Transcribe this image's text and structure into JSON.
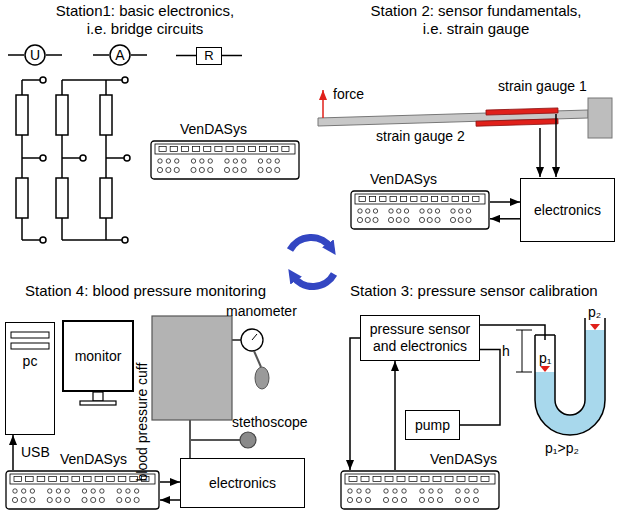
{
  "diagram": {
    "nodes": [
      {
        "text": [
          "U"
        ]
      },
      {
        "text": [
          "A"
        ]
      },
      {
        "text": [
          "R"
        ]
      },
      {
        "text": [
          "VenDASys"
        ]
      },
      {
        "text": [
          "VenDASys"
        ]
      },
      {
        "text": [
          "electronics"
        ]
      },
      {
        "text": [
          "pc"
        ]
      },
      {
        "text": [
          "monitor"
        ]
      },
      {
        "text": [
          "electronics"
        ]
      },
      {
        "text": [
          "VenDASys"
        ]
      },
      {
        "text": [
          "pressure sensor and electronics"
        ]
      },
      {
        "text": [
          "pump"
        ]
      },
      {
        "text": [
          "VenDASys"
        ]
      }
    ],
    "edges": [
      {
        "from": 4,
        "to": 5,
        "arrow": "to"
      },
      {
        "from": 5,
        "to": 4,
        "arrow": "to"
      },
      {
        "from": 9,
        "to": 6,
        "label": "USB",
        "arrow": "to"
      },
      {
        "from": 9,
        "to": 8,
        "arrow": "to"
      },
      {
        "from": 8,
        "to": 9,
        "arrow": "to"
      },
      {
        "from": 12,
        "to": 10,
        "arrow": "to"
      },
      {
        "from": 10,
        "to": 12,
        "arrow": "to"
      },
      {
        "from": 11,
        "to": 10,
        "arrow": "none"
      }
    ],
    "labels": [
      "Station1: basic electronics, i.e. bridge circuits",
      "Station 2: sensor fundamentals, i.e. strain gauge",
      "force",
      "strain gauge 1",
      "strain gauge 2",
      "Station 4: blood pressure monitoring",
      "blood pressure cuff",
      "manometer",
      "stethoscope",
      "Station 3: pressure sensor calibration",
      "h",
      "p₁",
      "p₂",
      "p₁>p₂"
    ]
  }
}
